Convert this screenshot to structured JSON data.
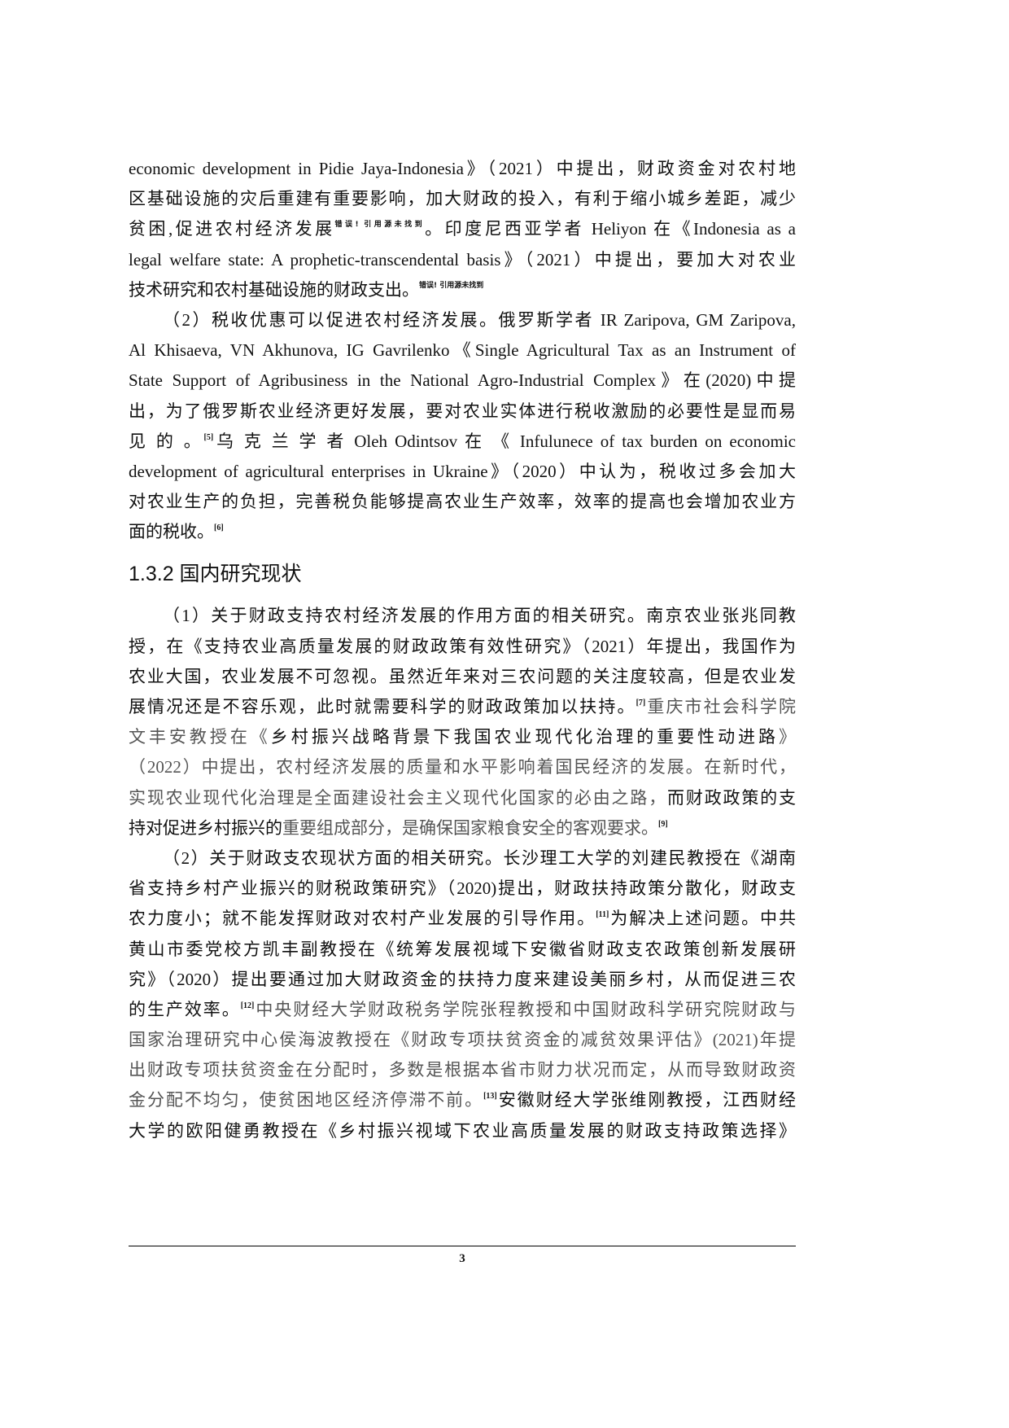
{
  "document": {
    "page_number": "3",
    "section_heading": "1.3.2 国内研究现状",
    "lines": [
      {
        "segs": [
          {
            "t": "economic development in Pidie Jaya-Indonesia》（2021）中提出，财政资金对农村地"
          }
        ]
      },
      {
        "segs": [
          {
            "t": "区基础设施的灾后重建有重要影响，加大财政的投入，有利于缩小城乡差距，减少"
          }
        ]
      },
      {
        "segs": [
          {
            "t": "贫困,促进农村经济发展"
          },
          {
            "t": "错误! 引用源未找到",
            "cls": "errref"
          },
          {
            "t": "。印度尼西亚学者 Heliyon 在《Indonesia as a"
          }
        ]
      },
      {
        "segs": [
          {
            "t": "legal welfare state: A prophetic-transcendental basis》（2021）中提出，要加大对农业"
          }
        ]
      },
      {
        "segs": [
          {
            "t": "技术研究和农村基础设施的财政支出。"
          },
          {
            "t": "错误! 引用源未找到",
            "cls": "errref"
          }
        ],
        "last": true
      },
      {
        "segs": [
          {
            "t": "（2）税收优惠可以促进农村经济发展。俄罗斯学者  IR Zaripova, GM Zaripova,"
          }
        ],
        "indent": true
      },
      {
        "segs": [
          {
            "t": "Al Khisaeva, VN Akhunova, IG Gavrilenko《Single Agricultural Tax as an Instrument of"
          }
        ]
      },
      {
        "segs": [
          {
            "t": "State Support of Agribusiness in the National Agro-Industrial Complex》在(2020)中提"
          }
        ]
      },
      {
        "segs": [
          {
            "t": "出，为了俄罗斯农业经济更好发展，要对农业实体进行税收激励的必要性是显而易"
          }
        ]
      },
      {
        "segs": [
          {
            "t": "见 的 。"
          },
          {
            "t": "[5]",
            "cls": "sup"
          },
          {
            "t": "乌 克 兰 学 者 Oleh Odintsov 在 《 Infulunece of tax burden on economic"
          }
        ]
      },
      {
        "segs": [
          {
            "t": "development of agricultural enterprises in Ukraine》（2020）中认为，税收过多会加大"
          }
        ]
      },
      {
        "segs": [
          {
            "t": "对农业生产的负担，完善税负能够提高农业生产效率，效率的提高也会增加农业方"
          }
        ]
      },
      {
        "segs": [
          {
            "t": "面的税收。"
          },
          {
            "t": "[6]",
            "cls": "sup"
          }
        ],
        "last": true
      }
    ],
    "lines2": [
      {
        "segs": [
          {
            "t": "（1）关于财政支持农村经济发展的作用方面的相关研究。南京农业张兆同教"
          }
        ],
        "indent": true
      },
      {
        "segs": [
          {
            "t": "授，在《支持农业高质量发展的财政政策有效性研究》（2021）年提出，我国作为"
          }
        ]
      },
      {
        "segs": [
          {
            "t": "农业大国，农业发展不可忽视。虽然近年来对三农问题的关注度较高，但是农业发"
          }
        ]
      },
      {
        "segs": [
          {
            "t": "展情况还是不容乐观，此时就需要科学的财政政策加以扶持。"
          },
          {
            "t": "[7]",
            "cls": "sup"
          },
          {
            "t": "重庆市社会科学院",
            "cls": "gray"
          }
        ]
      },
      {
        "segs": [
          {
            "t": "文丰安教授在《",
            "cls": "gray"
          },
          {
            "t": "乡村振兴战略背景下我国农业现代化治理的重要性动进路"
          },
          {
            "t": "》",
            "cls": "gray"
          }
        ]
      },
      {
        "segs": [
          {
            "t": "（2022）中提出，农村经济发展的质量和水平影响着国民经济的发展。在新时代，",
            "cls": "gray"
          }
        ]
      },
      {
        "segs": [
          {
            "t": "实现农业现代化治理是全面建设社会主义现代化国家的必由之路，",
            "cls": "gray"
          },
          {
            "t": "而财政政策的支"
          }
        ]
      },
      {
        "segs": [
          {
            "t": "持对促进乡村振兴的"
          },
          {
            "t": "重要组成部分，是确保国家粮食安全的客观要求。",
            "cls": "gray"
          },
          {
            "t": "[9]",
            "cls": "sup"
          }
        ],
        "last": true
      },
      {
        "segs": [
          {
            "t": "（2）关于财政支农现状方面的相关研究。长沙理工大学的刘建民教授在《湖南"
          }
        ],
        "indent": true
      },
      {
        "segs": [
          {
            "t": "省支持乡村产业振兴的财税政策研究》（2020)提出，财政扶持政策分散化，财政支"
          }
        ]
      },
      {
        "segs": [
          {
            "t": "农力度小；就不能发挥财政对农村产业发展的引导作用。"
          },
          {
            "t": "[11]",
            "cls": "sup"
          },
          {
            "t": "为解决上述问题。中共"
          }
        ]
      },
      {
        "segs": [
          {
            "t": "黄山市委党校方凯丰副教授在《统筹发展视域下安徽省财政支农政策创新发展研"
          }
        ]
      },
      {
        "segs": [
          {
            "t": "究》（2020）提出要通过加大财政资金的扶持力度来建设美丽乡村，从而促进三农"
          }
        ]
      },
      {
        "segs": [
          {
            "t": "的生产效率。"
          },
          {
            "t": "[12]",
            "cls": "sup"
          },
          {
            "t": "中央财经大学财政税务学院张程教授和中国财政科学研究院财政与",
            "cls": "gray"
          }
        ]
      },
      {
        "segs": [
          {
            "t": "国家治理研究中心侯海波教授在《财政专项扶贫资金的减贫效果评估》(2021)年提",
            "cls": "gray"
          }
        ]
      },
      {
        "segs": [
          {
            "t": "出财政专项扶贫资金在分配时，多数是根据本省市财力状况而定，从而导致财政资",
            "cls": "gray"
          }
        ]
      },
      {
        "segs": [
          {
            "t": "金分配不均匀，使贫困地区经济停滞不前。",
            "cls": "gray"
          },
          {
            "t": "[13]",
            "cls": "sup"
          },
          {
            "t": "安徽财经大学张维刚教授，江西财经"
          }
        ]
      },
      {
        "segs": [
          {
            "t": "大学的欧阳健勇教授在《乡村振兴视域下农业高质量发展的财政支持政策选择》"
          }
        ]
      }
    ]
  }
}
